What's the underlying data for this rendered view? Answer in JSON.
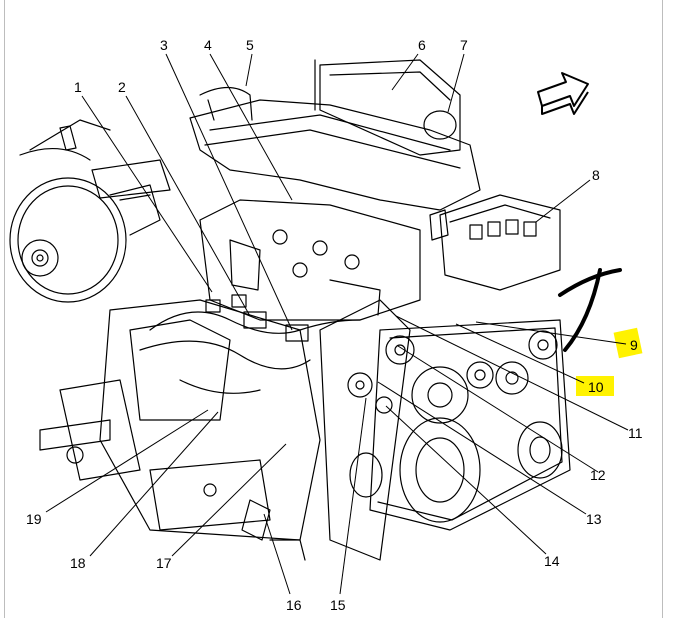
{
  "diagram": {
    "callouts": [
      {
        "id": "1",
        "label": "1",
        "highlighted": false
      },
      {
        "id": "2",
        "label": "2",
        "highlighted": false
      },
      {
        "id": "3",
        "label": "3",
        "highlighted": false
      },
      {
        "id": "4",
        "label": "4",
        "highlighted": false
      },
      {
        "id": "5",
        "label": "5",
        "highlighted": false
      },
      {
        "id": "6",
        "label": "6",
        "highlighted": false
      },
      {
        "id": "7",
        "label": "7",
        "highlighted": false
      },
      {
        "id": "8",
        "label": "8",
        "highlighted": false
      },
      {
        "id": "9",
        "label": "9",
        "highlighted": true
      },
      {
        "id": "10",
        "label": "10",
        "highlighted": true
      },
      {
        "id": "11",
        "label": "11",
        "highlighted": false
      },
      {
        "id": "12",
        "label": "12",
        "highlighted": false
      },
      {
        "id": "13",
        "label": "13",
        "highlighted": false
      },
      {
        "id": "14",
        "label": "14",
        "highlighted": false
      },
      {
        "id": "15",
        "label": "15",
        "highlighted": false
      },
      {
        "id": "16",
        "label": "16",
        "highlighted": false
      },
      {
        "id": "17",
        "label": "17",
        "highlighted": false
      },
      {
        "id": "18",
        "label": "18",
        "highlighted": false
      },
      {
        "id": "19",
        "label": "19",
        "highlighted": false
      }
    ],
    "highlight_color": "#fff200",
    "line_color": "#000000",
    "icons": [
      "front-direction-arrow-icon"
    ]
  }
}
